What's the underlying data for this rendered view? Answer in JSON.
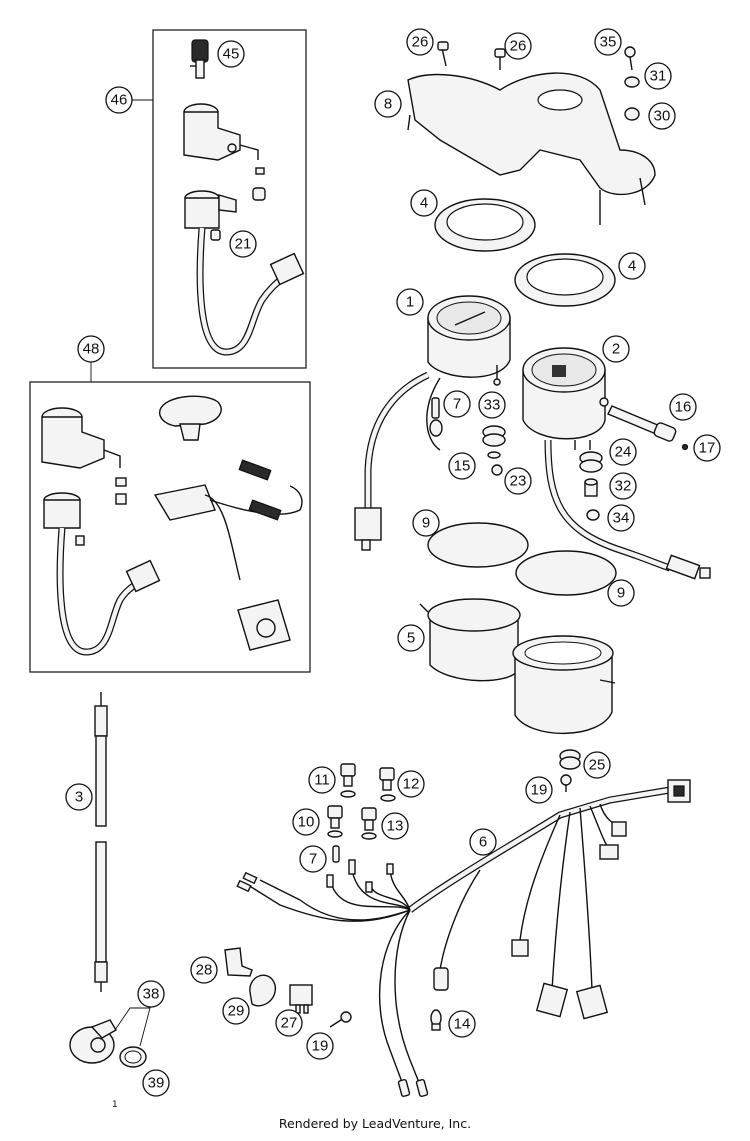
{
  "footer_text": "Rendered by LeadVenture, Inc.",
  "bottom_marker": "1",
  "callouts": {
    "c1": "1",
    "c2": "2",
    "c3": "3",
    "c4a": "4",
    "c4b": "4",
    "c5": "5",
    "c6": "6",
    "c7a": "7",
    "c7b": "7",
    "c8": "8",
    "c9a": "9",
    "c9b": "9",
    "c10": "10",
    "c11": "11",
    "c12": "12",
    "c13": "13",
    "c14": "14",
    "c15": "15",
    "c16": "16",
    "c17": "17",
    "c19a": "19",
    "c19b": "19",
    "c21": "21",
    "c23": "23",
    "c24": "24",
    "c25": "25",
    "c26a": "26",
    "c26b": "26",
    "c27": "27",
    "c28": "28",
    "c29": "29",
    "c30": "30",
    "c31": "31",
    "c32": "32",
    "c33": "33",
    "c34": "34",
    "c35": "35",
    "c38": "38",
    "c39": "39",
    "c45": "45",
    "c46": "46",
    "c48": "48"
  }
}
